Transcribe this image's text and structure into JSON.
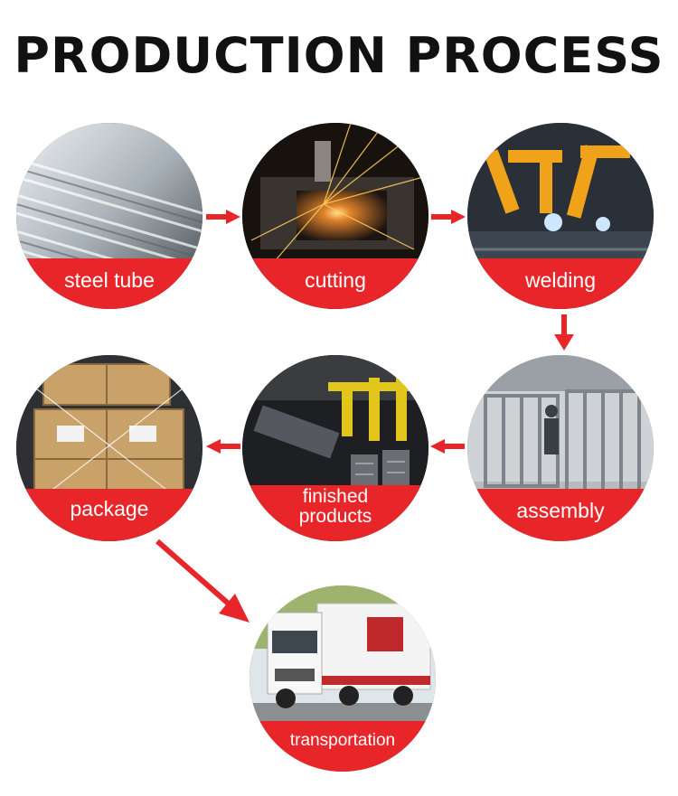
{
  "title": "PRODUCTION PROCESS",
  "accent_color": "#e8262a",
  "steps": [
    {
      "label": "steel tube",
      "icon": "steel-tube-photo"
    },
    {
      "label": "cutting",
      "icon": "cutting-sparks-photo"
    },
    {
      "label": "welding",
      "icon": "welding-robot-photo"
    },
    {
      "label": "assembly",
      "icon": "assembly-frame-photo"
    },
    {
      "label_line1": "finished",
      "label_line2": "products",
      "icon": "gym-machines-photo"
    },
    {
      "label": "package",
      "icon": "cardboard-boxes-photo"
    },
    {
      "label": "transportation",
      "icon": "truck-photo"
    }
  ]
}
